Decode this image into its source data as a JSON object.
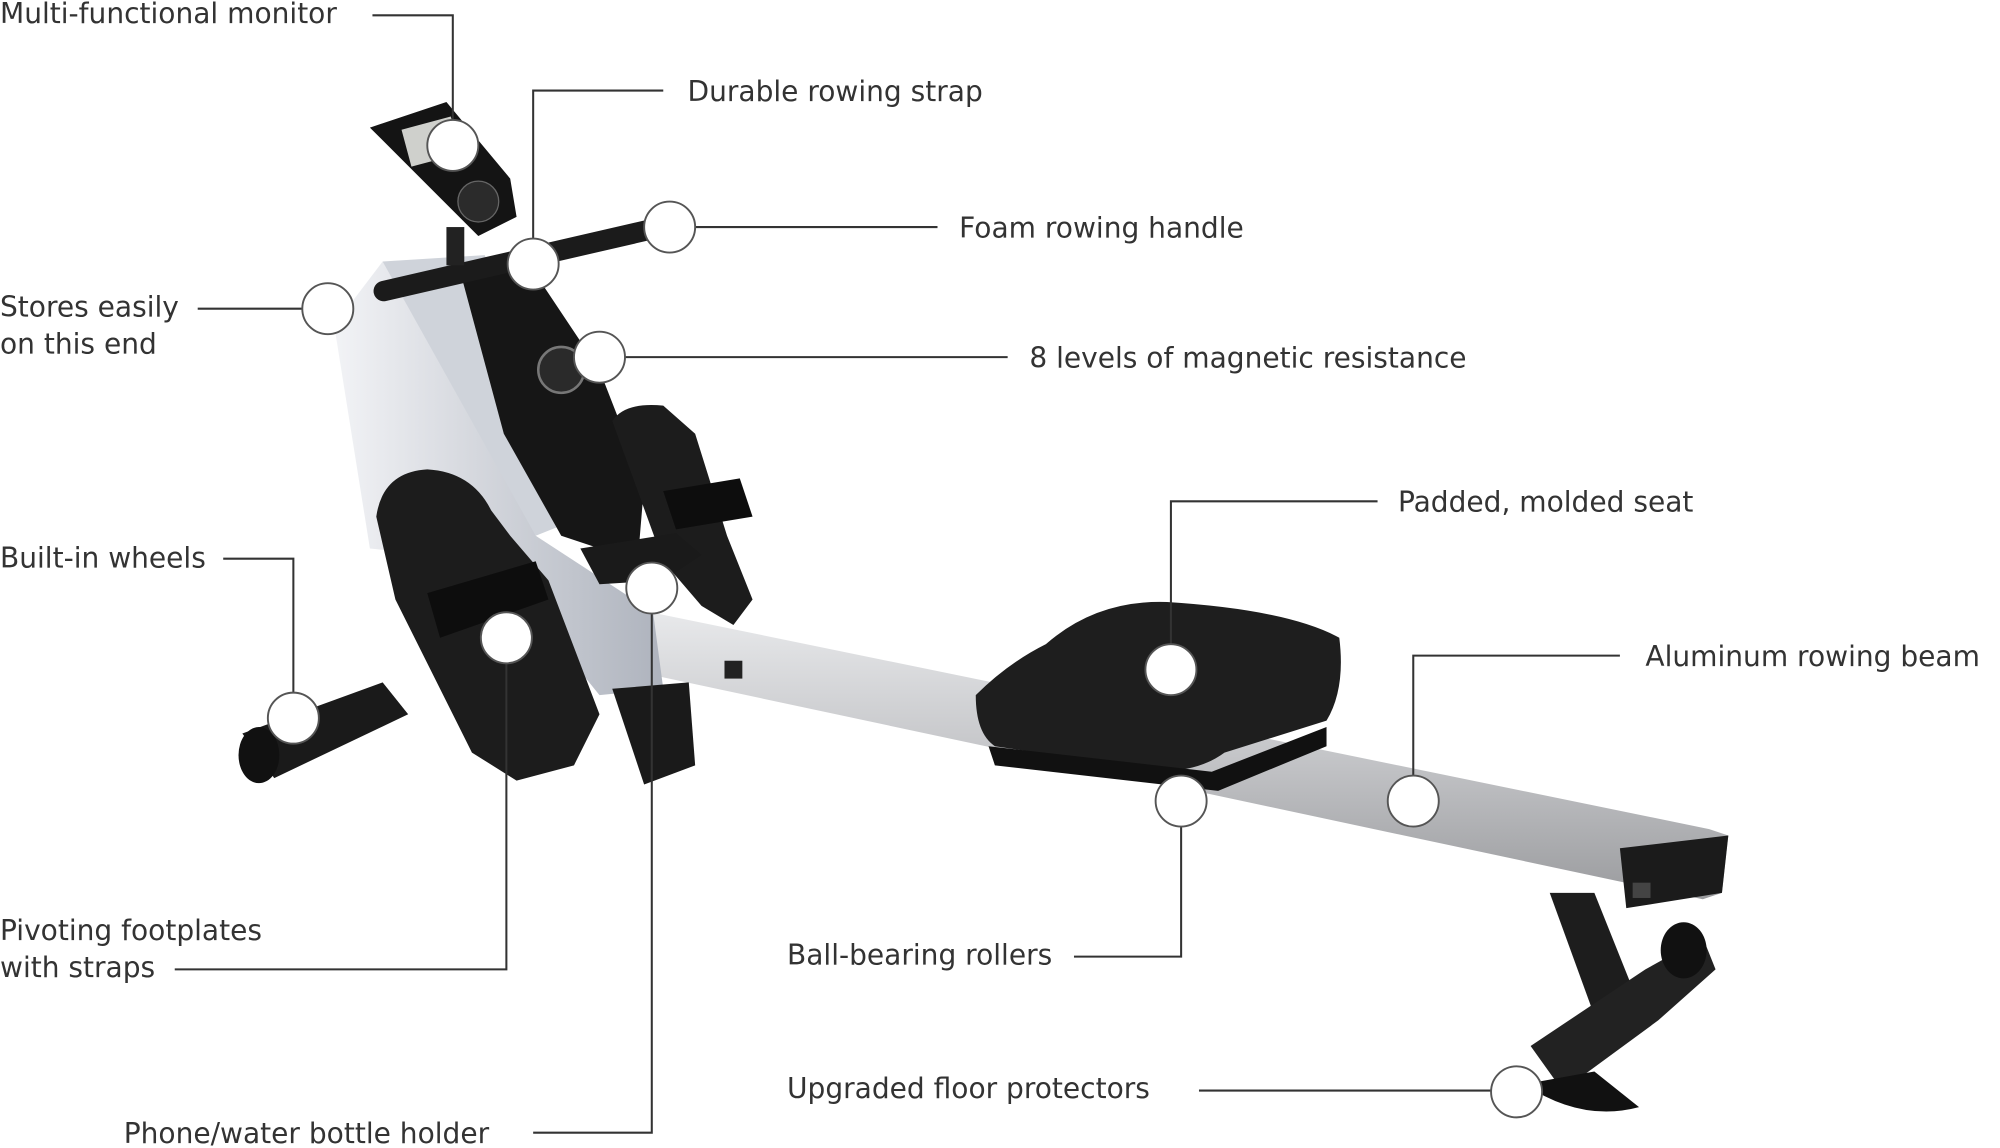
{
  "callouts": [
    {
      "id": "monitor",
      "lines": [
        "Multi-functional monitor"
      ]
    },
    {
      "id": "strap",
      "lines": [
        "Durable rowing strap"
      ]
    },
    {
      "id": "handle",
      "lines": [
        "Foam rowing handle"
      ]
    },
    {
      "id": "storage",
      "lines": [
        "Stores easily",
        "on this end"
      ]
    },
    {
      "id": "resistance",
      "lines": [
        "8 levels of magnetic resistance"
      ]
    },
    {
      "id": "seat",
      "lines": [
        "Padded, molded seat"
      ]
    },
    {
      "id": "wheels",
      "lines": [
        "Built-in wheels"
      ]
    },
    {
      "id": "beam",
      "lines": [
        "Aluminum rowing beam"
      ]
    },
    {
      "id": "holder",
      "lines": [
        "Phone/water bottle holder"
      ]
    },
    {
      "id": "footplates",
      "lines": [
        "Pivoting footplates",
        "with straps"
      ]
    },
    {
      "id": "rollers",
      "lines": [
        "Ball-bearing rollers"
      ]
    },
    {
      "id": "protectors",
      "lines": [
        "Upgraded floor protectors"
      ]
    }
  ],
  "colors": {
    "frame": "#1c1c1c",
    "aluminum": "#c8c9cb",
    "panel": "#e4e6ea",
    "line": "#333333"
  }
}
